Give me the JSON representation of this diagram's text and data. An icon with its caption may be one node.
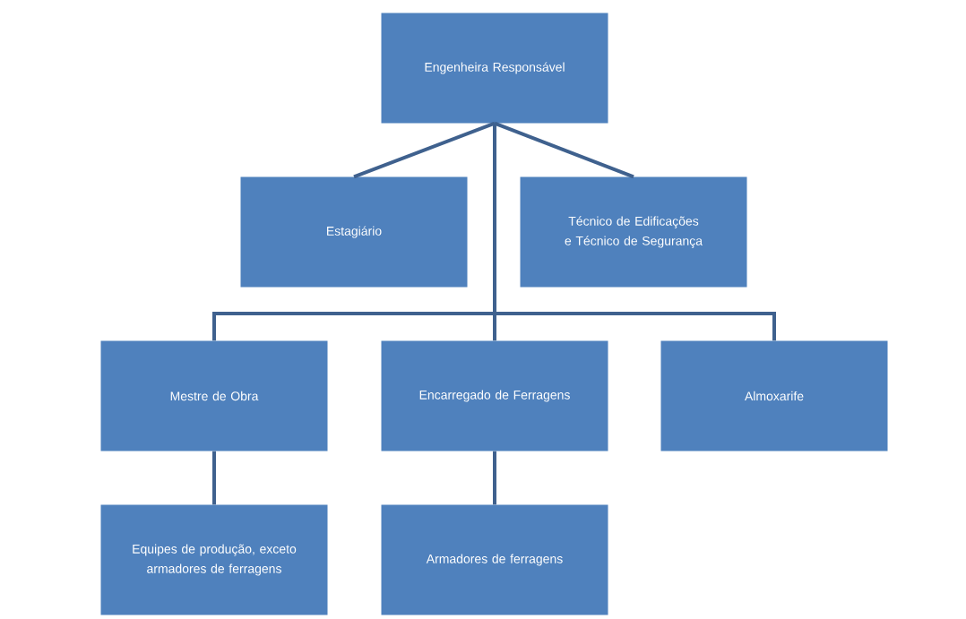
{
  "diagram": {
    "nodes": [
      {
        "text": [
          "Engenheira Responsável"
        ]
      },
      {
        "text": [
          "Estagiário"
        ]
      },
      {
        "text": [
          "Técnico de Edificações e Técnico de Segurança"
        ]
      },
      {
        "text": [
          "Mestre de Obra"
        ]
      },
      {
        "text": [
          "Encarregado de Ferragens"
        ]
      },
      {
        "text": [
          "Almoxarife"
        ]
      },
      {
        "text": [
          "Equipes de produção, exceto armadores de ferragens"
        ]
      },
      {
        "text": [
          "Armadores de ferragens"
        ]
      }
    ],
    "edges": [
      {
        "from": 0,
        "to": 1,
        "arrow": "none"
      },
      {
        "from": 0,
        "to": 2,
        "arrow": "none"
      },
      {
        "from": 0,
        "to": 3,
        "arrow": "none"
      },
      {
        "from": 0,
        "to": 4,
        "arrow": "none"
      },
      {
        "from": 0,
        "to": 5,
        "arrow": "none"
      },
      {
        "from": 3,
        "to": 6,
        "arrow": "none"
      },
      {
        "from": 4,
        "to": 7,
        "arrow": "none"
      }
    ]
  }
}
